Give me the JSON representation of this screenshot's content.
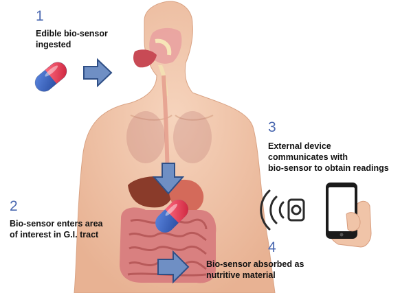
{
  "steps": [
    {
      "number": "1",
      "caption": "Edible bio-sensor\ningested"
    },
    {
      "number": "2",
      "caption": "Bio-sensor enters area\nof interest in G.I. tract"
    },
    {
      "number": "3",
      "caption": "External device\ncommunicates with\nbio-sensor to obtain readings"
    },
    {
      "number": "4",
      "caption": "Bio-sensor absorbed as\nnutritive material"
    }
  ],
  "colors": {
    "step_number": "#4a68b0",
    "arrow_fill": "#6f8fc4",
    "arrow_stroke": "#2f4f86",
    "skin": "#f2c7ac",
    "capsule_red": "#e0304a",
    "capsule_blue": "#2c5ab8",
    "intestine": "#e08a8a"
  },
  "icons": [
    "capsule-icon",
    "arrow-right-icon",
    "arrow-down-icon",
    "signal-waves-icon",
    "smartphone-icon"
  ]
}
